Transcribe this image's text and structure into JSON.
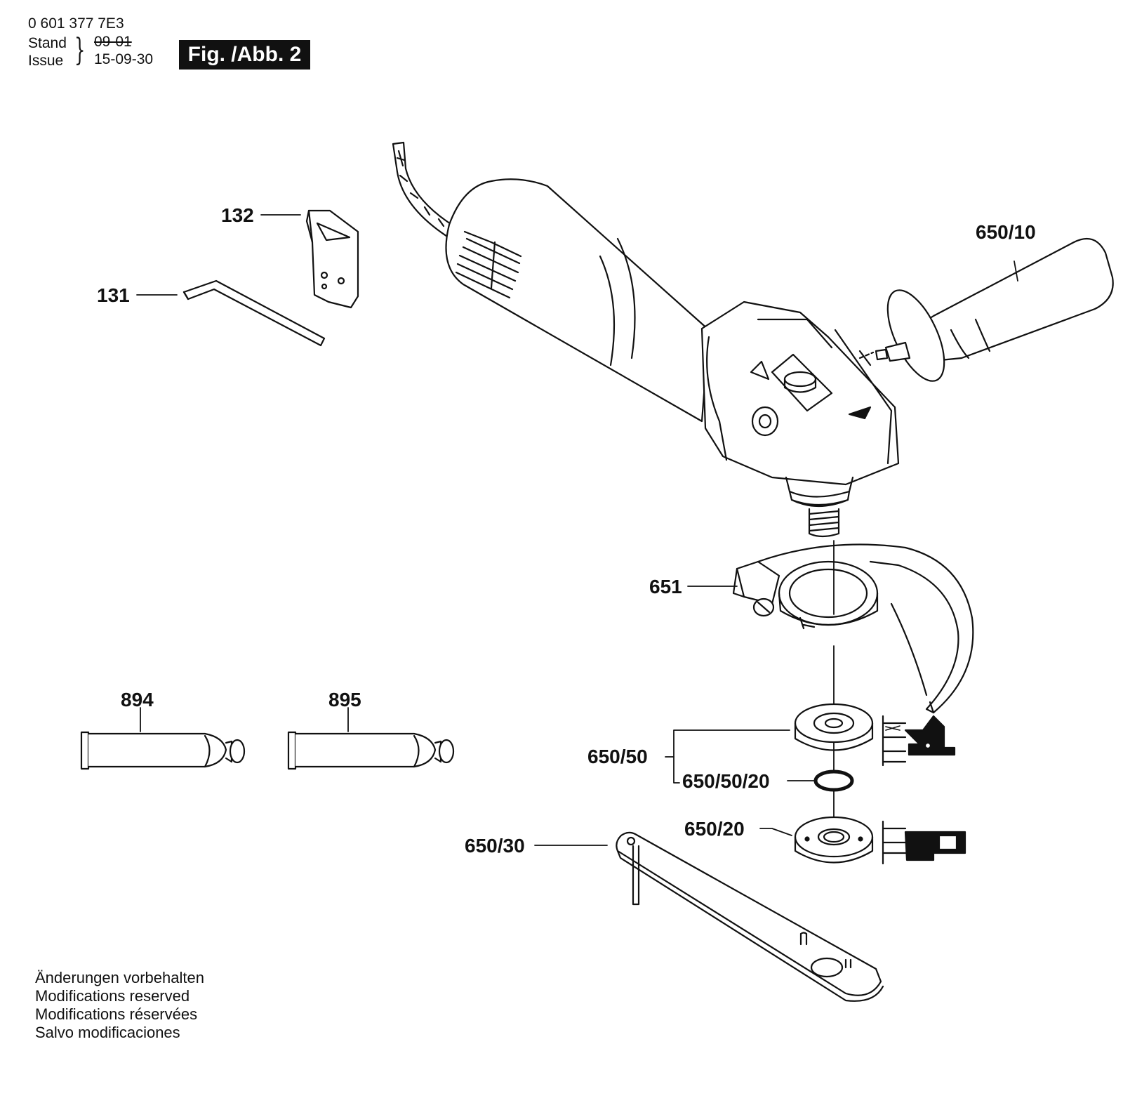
{
  "header": {
    "doc_number": "0 601 377 7E3",
    "stand_label": "Stand",
    "issue_label": "Issue",
    "stand_date": "09-01",
    "issue_date": "15-09-30",
    "figure": "Fig. /Abb. 2"
  },
  "part_labels": {
    "p132": "132",
    "p131": "131",
    "p650_10": "650/10",
    "p651": "651",
    "p894": "894",
    "p895": "895",
    "p650_50": "650/50",
    "p650_50_20": "650/50/20",
    "p650_20": "650/20",
    "p650_30": "650/30"
  },
  "footer": {
    "line_de": "Änderungen vorbehalten",
    "line_en": "Modifications reserved",
    "line_fr": "Modifications réservées",
    "line_es": "Salvo modificaciones"
  }
}
